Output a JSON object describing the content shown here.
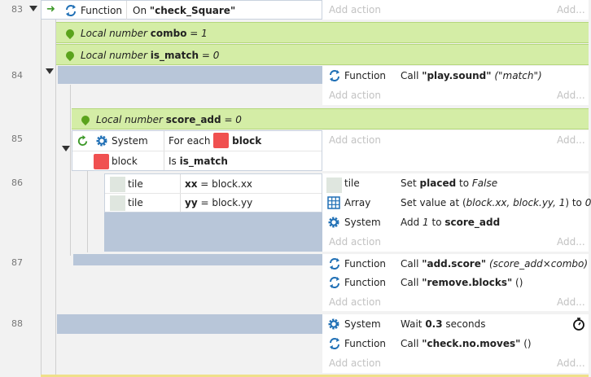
{
  "line_numbers": [
    "83",
    "84",
    "85",
    "86",
    "87",
    "88"
  ],
  "event83": {
    "object": "Function",
    "trigger_prefix": "On ",
    "trigger_name": "\"check_Square\"",
    "add_action": "Add action",
    "add_more": "Add..."
  },
  "locals": {
    "combo": {
      "prefix": "Local number ",
      "name": "combo",
      "suffix": " = 1"
    },
    "is_match": {
      "prefix": "Local number ",
      "name": "is_match",
      "suffix": " = 0"
    },
    "score_add": {
      "prefix": "Local number ",
      "name": "score_add",
      "suffix": " = 0"
    }
  },
  "event84": {
    "action_object": "Function",
    "action_prefix": "Call ",
    "action_name": "\"play.sound\"",
    "action_args": " (\"match\")",
    "add_action": "Add action",
    "add_more": "Add..."
  },
  "event85": {
    "cond1_object": "System",
    "cond1_prefix": "For each ",
    "cond1_name": "block",
    "cond2_object": "block",
    "cond2_prefix": "Is ",
    "cond2_name": "is_match",
    "add_action": "Add action",
    "add_more": "Add..."
  },
  "event86": {
    "cond1_object": "tile",
    "cond1_var": "xx",
    "cond1_rest": " = block.xx",
    "cond2_object": "tile",
    "cond2_var": "yy",
    "cond2_rest": " = block.yy",
    "action1_object": "tile",
    "action1_prefix": "Set ",
    "action1_name": "placed",
    "action1_to": " to ",
    "action1_value": "False",
    "action2_object": "Array",
    "action2_prefix": "Set value at (",
    "action2_args": "block.xx, block.yy, 1",
    "action2_to": ") to ",
    "action2_value": "0",
    "action3_object": "System",
    "action3_prefix": "Add ",
    "action3_amount": "1",
    "action3_to": " to ",
    "action3_name": "score_add",
    "add_action": "Add action",
    "add_more": "Add..."
  },
  "event87": {
    "action1_object": "Function",
    "action1_prefix": "Call ",
    "action1_name": "\"add.score\"",
    "action1_args": " (score_add×combo)",
    "action2_object": "Function",
    "action2_prefix": "Call ",
    "action2_name": "\"remove.blocks\"",
    "action2_args": " ()",
    "add_action": "Add action",
    "add_more": "Add..."
  },
  "event88": {
    "action1_object": "System",
    "action1_prefix": "Wait ",
    "action1_value": "0.3",
    "action1_suffix": " seconds",
    "action2_object": "Function",
    "action2_prefix": "Call ",
    "action2_name": "\"check.no.moves\"",
    "action2_args": " ()",
    "add_action": "Add action",
    "add_more": "Add..."
  },
  "icons": {
    "function": "function-loop-arrows-icon",
    "system": "gear-icon",
    "array": "array-grid-icon",
    "local": "pin-icon",
    "timer": "stopwatch-icon"
  },
  "colors": {
    "accent_blue": "#1f6fb5",
    "local_bg": "#d4eda6",
    "condition_gap": "#b8c6d9",
    "object_red": "#f05050"
  }
}
